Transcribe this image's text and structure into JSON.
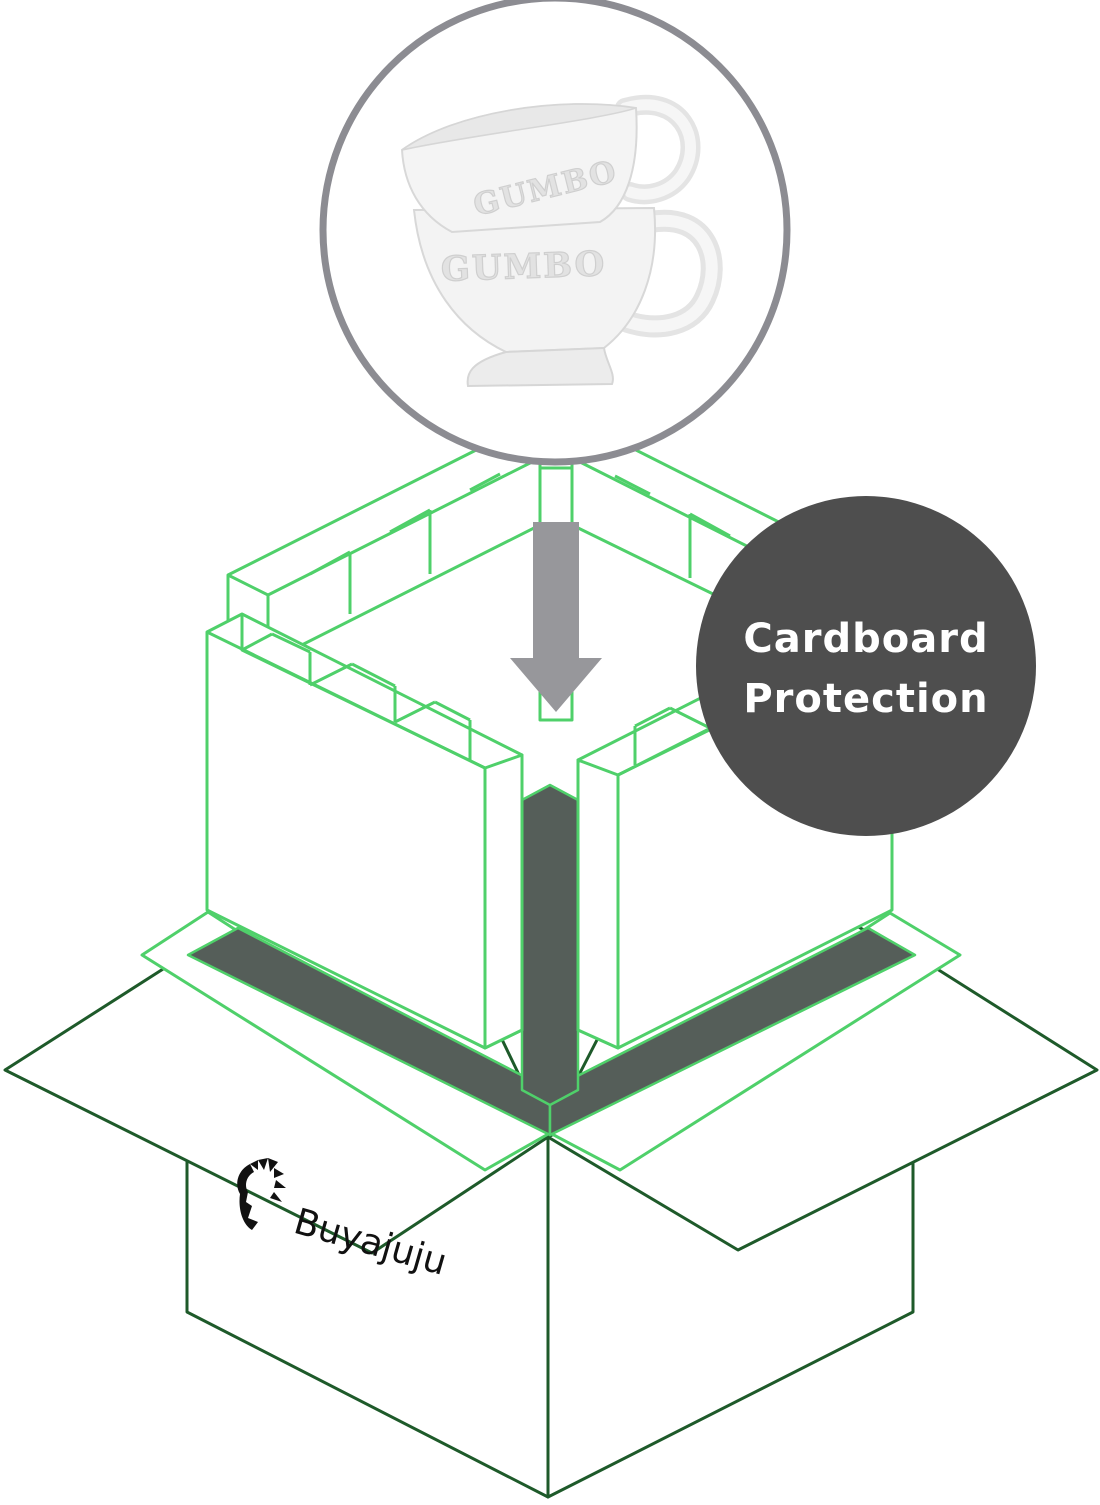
{
  "badge": {
    "line1": "Cardboard",
    "line2": "Protection"
  },
  "product": {
    "mug_top_text": "GUMBO",
    "mug_bottom_text": "GUMBO"
  },
  "brand": {
    "name": "Buyajuju"
  },
  "colors": {
    "box_outline": "#1e5a2a",
    "insert_outline": "#4fd06a",
    "insert_shadow": "#555e59",
    "arrow": "#97979b",
    "circle_ring": "#8c8c92",
    "badge_fill": "#4e4e4e",
    "badge_text": "#ffffff"
  }
}
